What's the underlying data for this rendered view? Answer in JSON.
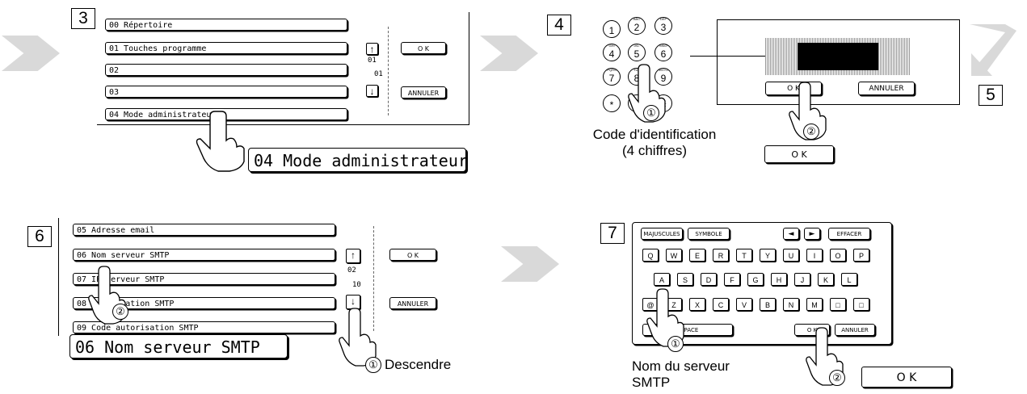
{
  "steps": {
    "s3": "3",
    "s4": "4",
    "s5": "5",
    "s6": "6",
    "s7": "7"
  },
  "panel3": {
    "rows": [
      "00  Répertoire",
      "01  Touches programme",
      "02",
      "03",
      "04  Mode administrateur"
    ],
    "ok": "O K",
    "cancel": "ANNULER",
    "page_top": "01",
    "page_bottom": "01",
    "zoom": "04  Mode administrateur"
  },
  "panel4": {
    "keys": [
      {
        "sub": "",
        "num": "1"
      },
      {
        "sub": "ABC",
        "num": "2"
      },
      {
        "sub": "DEF",
        "num": "3"
      },
      {
        "sub": "GHI",
        "num": "4"
      },
      {
        "sub": "JKL",
        "num": "5"
      },
      {
        "sub": "MNO",
        "num": "6"
      },
      {
        "sub": "PQRS",
        "num": "7"
      },
      {
        "sub": "TUV",
        "num": "8"
      },
      {
        "sub": "WXYZ",
        "num": "9"
      },
      {
        "sub": "",
        "num": "*"
      },
      {
        "sub": "",
        "num": "0"
      },
      {
        "sub": "",
        "num": "#"
      }
    ],
    "ok": "O K",
    "cancel": "ANNULER",
    "caption_line1": "Code d'identification",
    "caption_line2": "(4 chiffres)",
    "ok_zoom": "O K",
    "marker1": "①",
    "marker2": "②"
  },
  "panel6": {
    "rows": [
      "05  Adresse email",
      "06  Nom serveur SMTP",
      "07  IP serveur SMTP",
      "08  Autorisation SMTP",
      "09  Code autorisation SMTP"
    ],
    "ok": "O K",
    "cancel": "ANNULER",
    "page_top": "02",
    "page_bottom": "10",
    "zoom": "06  Nom serveur SMTP",
    "scroll_label": "Descendre",
    "marker1": "①",
    "marker2": "②"
  },
  "panel7": {
    "top_buttons": [
      "MAJUSCULES",
      "SYMBOLE",
      "◄",
      "►",
      "EFFACER"
    ],
    "row1": [
      "Q",
      "W",
      "E",
      "R",
      "T",
      "Y",
      "U",
      "I",
      "O",
      "P"
    ],
    "row2": [
      "A",
      "S",
      "D",
      "F",
      "G",
      "H",
      "J",
      "K",
      "L"
    ],
    "row3": [
      "@",
      "Z",
      "X",
      "C",
      "V",
      "B",
      "N",
      "M",
      "□",
      "□"
    ],
    "space": "ESPACE",
    "ok": "O K",
    "cancel": "ANNULER",
    "caption_line1": "Nom du serveur",
    "caption_line2": "SMTP",
    "ok_zoom": "O K",
    "marker1": "①",
    "marker2": "②"
  },
  "colors": {
    "arrow": "#d9d9d9",
    "display_bg": "#000000"
  }
}
